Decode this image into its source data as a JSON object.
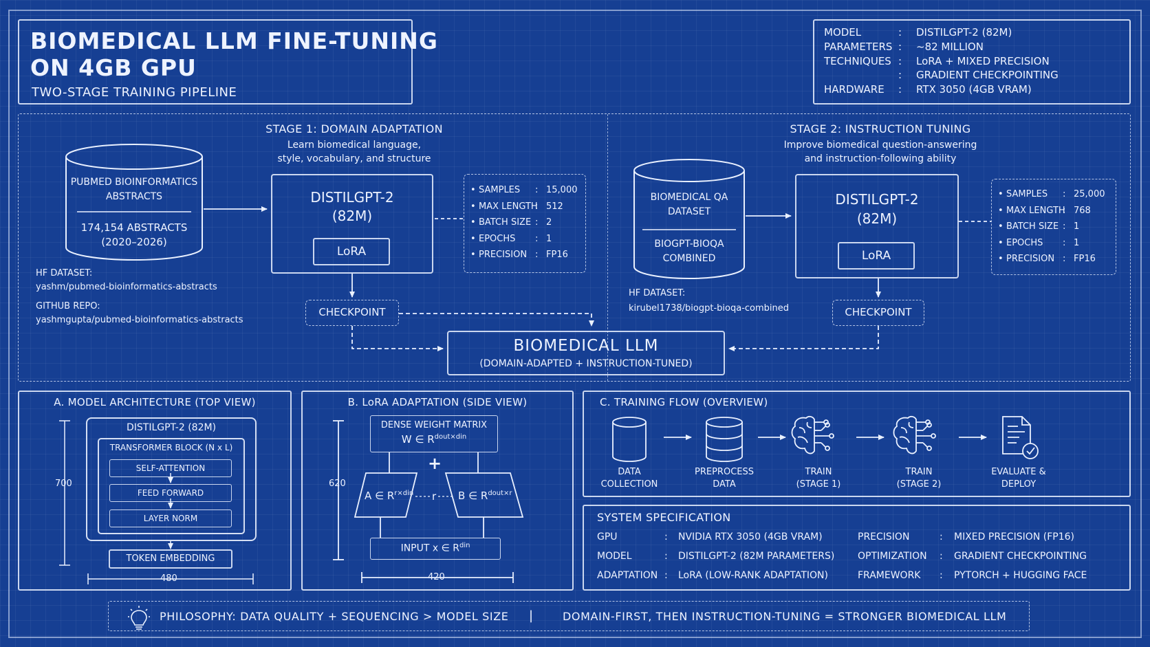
{
  "header": {
    "title_line1": "BIOMEDICAL LLM FINE-TUNING",
    "title_line2": "ON 4GB GPU",
    "subtitle": "TWO-STAGE TRAINING PIPELINE"
  },
  "info": [
    {
      "key": "MODEL",
      "sep": ":",
      "value": "DISTILGPT-2 (82M)"
    },
    {
      "key": "PARAMETERS",
      "sep": ":",
      "value": "~82 MILLION"
    },
    {
      "key": "TECHNIQUES",
      "sep": ":",
      "value": "LoRA + MIXED PRECISION"
    },
    {
      "key": "",
      "sep": ":",
      "value": "GRADIENT CHECKPOINTING"
    },
    {
      "key": "HARDWARE",
      "sep": ":",
      "value": "RTX 3050 (4GB VRAM)"
    }
  ],
  "stage1": {
    "title": "STAGE 1: DOMAIN ADAPTATION",
    "desc1": "Learn biomedical language,",
    "desc2": "style, vocabulary, and structure",
    "dataset_name1": "PUBMED BIOINFORMATICS",
    "dataset_name2": "ABSTRACTS",
    "dataset_count1": "174,154 ABSTRACTS",
    "dataset_count2": "(2020–2026)",
    "model1": "DISTILGPT-2",
    "model2": "(82M)",
    "lora": "LoRA",
    "checkpoint": "CHECKPOINT",
    "hf_label": "HF DATASET:",
    "hf_value": "yashm/pubmed-bioinformatics-abstracts",
    "gh_label": "GITHUB REPO:",
    "gh_value": "yashmgupta/pubmed-bioinformatics-abstracts",
    "params": [
      {
        "k": "SAMPLES",
        "v": "15,000"
      },
      {
        "k": "MAX LENGTH",
        "v": "512"
      },
      {
        "k": "BATCH SIZE",
        "v": "2"
      },
      {
        "k": "EPOCHS",
        "v": "1"
      },
      {
        "k": "PRECISION",
        "v": "FP16"
      }
    ]
  },
  "stage2": {
    "title": "STAGE 2: INSTRUCTION TUNING",
    "desc1": "Improve biomedical question-answering",
    "desc2": "and instruction-following ability",
    "dataset_name1": "BIOMEDICAL QA",
    "dataset_name2": "DATASET",
    "dataset_sub1": "BIOGPT-BIOQA",
    "dataset_sub2": "COMBINED",
    "model1": "DISTILGPT-2",
    "model2": "(82M)",
    "lora": "LoRA",
    "checkpoint": "CHECKPOINT",
    "hf_label": "HF DATASET:",
    "hf_value": "kirubel1738/biogpt-bioqa-combined",
    "params": [
      {
        "k": "SAMPLES",
        "v": "25,000"
      },
      {
        "k": "MAX LENGTH",
        "v": "768"
      },
      {
        "k": "BATCH SIZE",
        "v": "1"
      },
      {
        "k": "EPOCHS",
        "v": "1"
      },
      {
        "k": "PRECISION",
        "v": "FP16"
      }
    ]
  },
  "final": {
    "title": "BIOMEDICAL LLM",
    "subtitle": "(DOMAIN-ADAPTED + INSTRUCTION-TUNED)"
  },
  "panelA": {
    "title": "A. MODEL ARCHITECTURE (TOP VIEW)",
    "model": "DISTILGPT-2 (82M)",
    "block": "TRANSFORMER BLOCK (N x L)",
    "layers": [
      "SELF-ATTENTION",
      "FEED FORWARD",
      "LAYER NORM"
    ],
    "embedding": "TOKEN EMBEDDING",
    "height": "700",
    "width": "480"
  },
  "panelB": {
    "title": "B. LoRA ADAPTATION (SIDE VIEW)",
    "dense1": "DENSE WEIGHT MATRIX",
    "dense2": "W ∈ R",
    "dense_sup": "dout×din",
    "plus": "+",
    "a_main": "A ∈ R",
    "a_sup": "r×din",
    "r": "r",
    "b_main": "B ∈ R",
    "b_sup": "dout×r",
    "input_main": "INPUT  x ∈ R",
    "input_sup": "din",
    "height": "620",
    "width": "420"
  },
  "panelC": {
    "title": "C. TRAINING FLOW (OVERVIEW)",
    "steps": [
      {
        "l1": "DATA",
        "l2": "COLLECTION",
        "icon": "cylinder-icon"
      },
      {
        "l1": "PREPROCESS",
        "l2": "DATA",
        "icon": "database-icon"
      },
      {
        "l1": "TRAIN",
        "l2": "(STAGE 1)",
        "icon": "brain-circuit-icon"
      },
      {
        "l1": "TRAIN",
        "l2": "(STAGE 2)",
        "icon": "brain-circuit-icon"
      },
      {
        "l1": "EVALUATE &",
        "l2": "DEPLOY",
        "icon": "document-check-icon"
      }
    ]
  },
  "spec": {
    "title": "SYSTEM SPECIFICATION",
    "left": [
      {
        "k": "GPU",
        "v": "NVIDIA RTX 3050 (4GB VRAM)"
      },
      {
        "k": "MODEL",
        "v": "DISTILGPT-2 (82M PARAMETERS)"
      },
      {
        "k": "ADAPTATION",
        "v": "LoRA (LOW-RANK ADAPTATION)"
      }
    ],
    "right": [
      {
        "k": "PRECISION",
        "v": "MIXED PRECISION (FP16)"
      },
      {
        "k": "OPTIMIZATION",
        "v": "GRADIENT CHECKPOINTING"
      },
      {
        "k": "FRAMEWORK",
        "v": "PYTORCH + HUGGING FACE"
      }
    ],
    "sep": ":"
  },
  "footer": {
    "left": "PHILOSOPHY: DATA QUALITY + SEQUENCING > MODEL SIZE",
    "divider": "|",
    "right": "DOMAIN-FIRST, THEN INSTRUCTION-TUNING = STRONGER BIOMEDICAL LLM",
    "icon": "lightbulb-icon"
  },
  "colors": {
    "background": "#163f93",
    "line": "#eaf1ff"
  }
}
